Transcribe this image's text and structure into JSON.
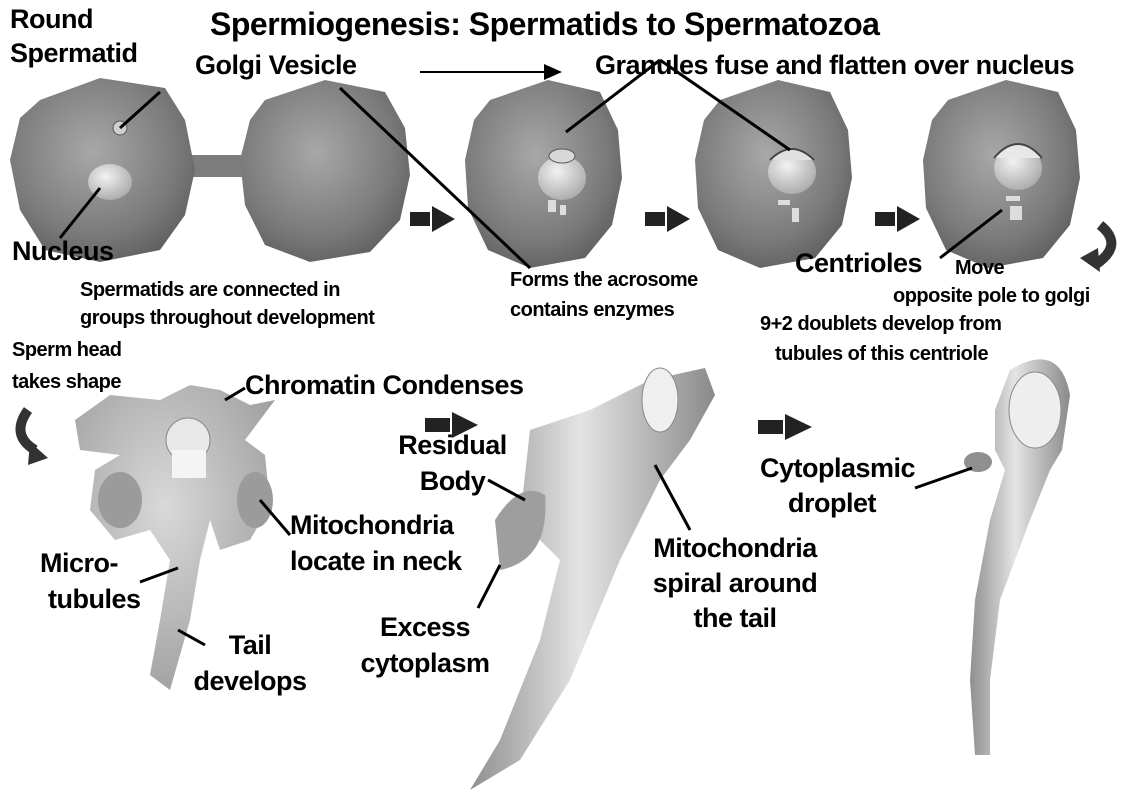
{
  "title": "Spermiogenesis: Spermatids to Spermatozoa",
  "labels": {
    "round_spermatid": [
      "Round",
      "Spermatid"
    ],
    "golgi_vesicle": "Golgi Vesicle",
    "granules_fuse": "Granules fuse and flatten over nucleus",
    "nucleus": "Nucleus",
    "spermatids_connected": [
      "Spermatids are connected in",
      "groups throughout development"
    ],
    "forms_acrosome": [
      "Forms the acrosome",
      "contains enzymes"
    ],
    "centrioles": "Centrioles",
    "move_opposite": [
      "Move",
      "opposite pole to golgi"
    ],
    "doublets": [
      "9+2 doublets develop from",
      "tubules of this centriole"
    ],
    "sperm_head": [
      "Sperm head",
      "takes shape"
    ],
    "chromatin": "Chromatin Condenses",
    "residual_body": [
      "Residual",
      "Body"
    ],
    "mito_neck": [
      "Mitochondria",
      "locate in neck"
    ],
    "microtubules": [
      "Micro-",
      "tubules"
    ],
    "tail_develops": [
      "Tail",
      "develops"
    ],
    "excess_cytoplasm": [
      "Excess",
      "cytoplasm"
    ],
    "mito_spiral": [
      "Mitochondria",
      "spiral around",
      "the tail"
    ],
    "cyto_droplet": [
      "Cytoplasmic",
      "droplet"
    ]
  },
  "colors": {
    "cell": "#7d7d7d",
    "cell_light": "#b9b9b9",
    "text": "#000000"
  }
}
